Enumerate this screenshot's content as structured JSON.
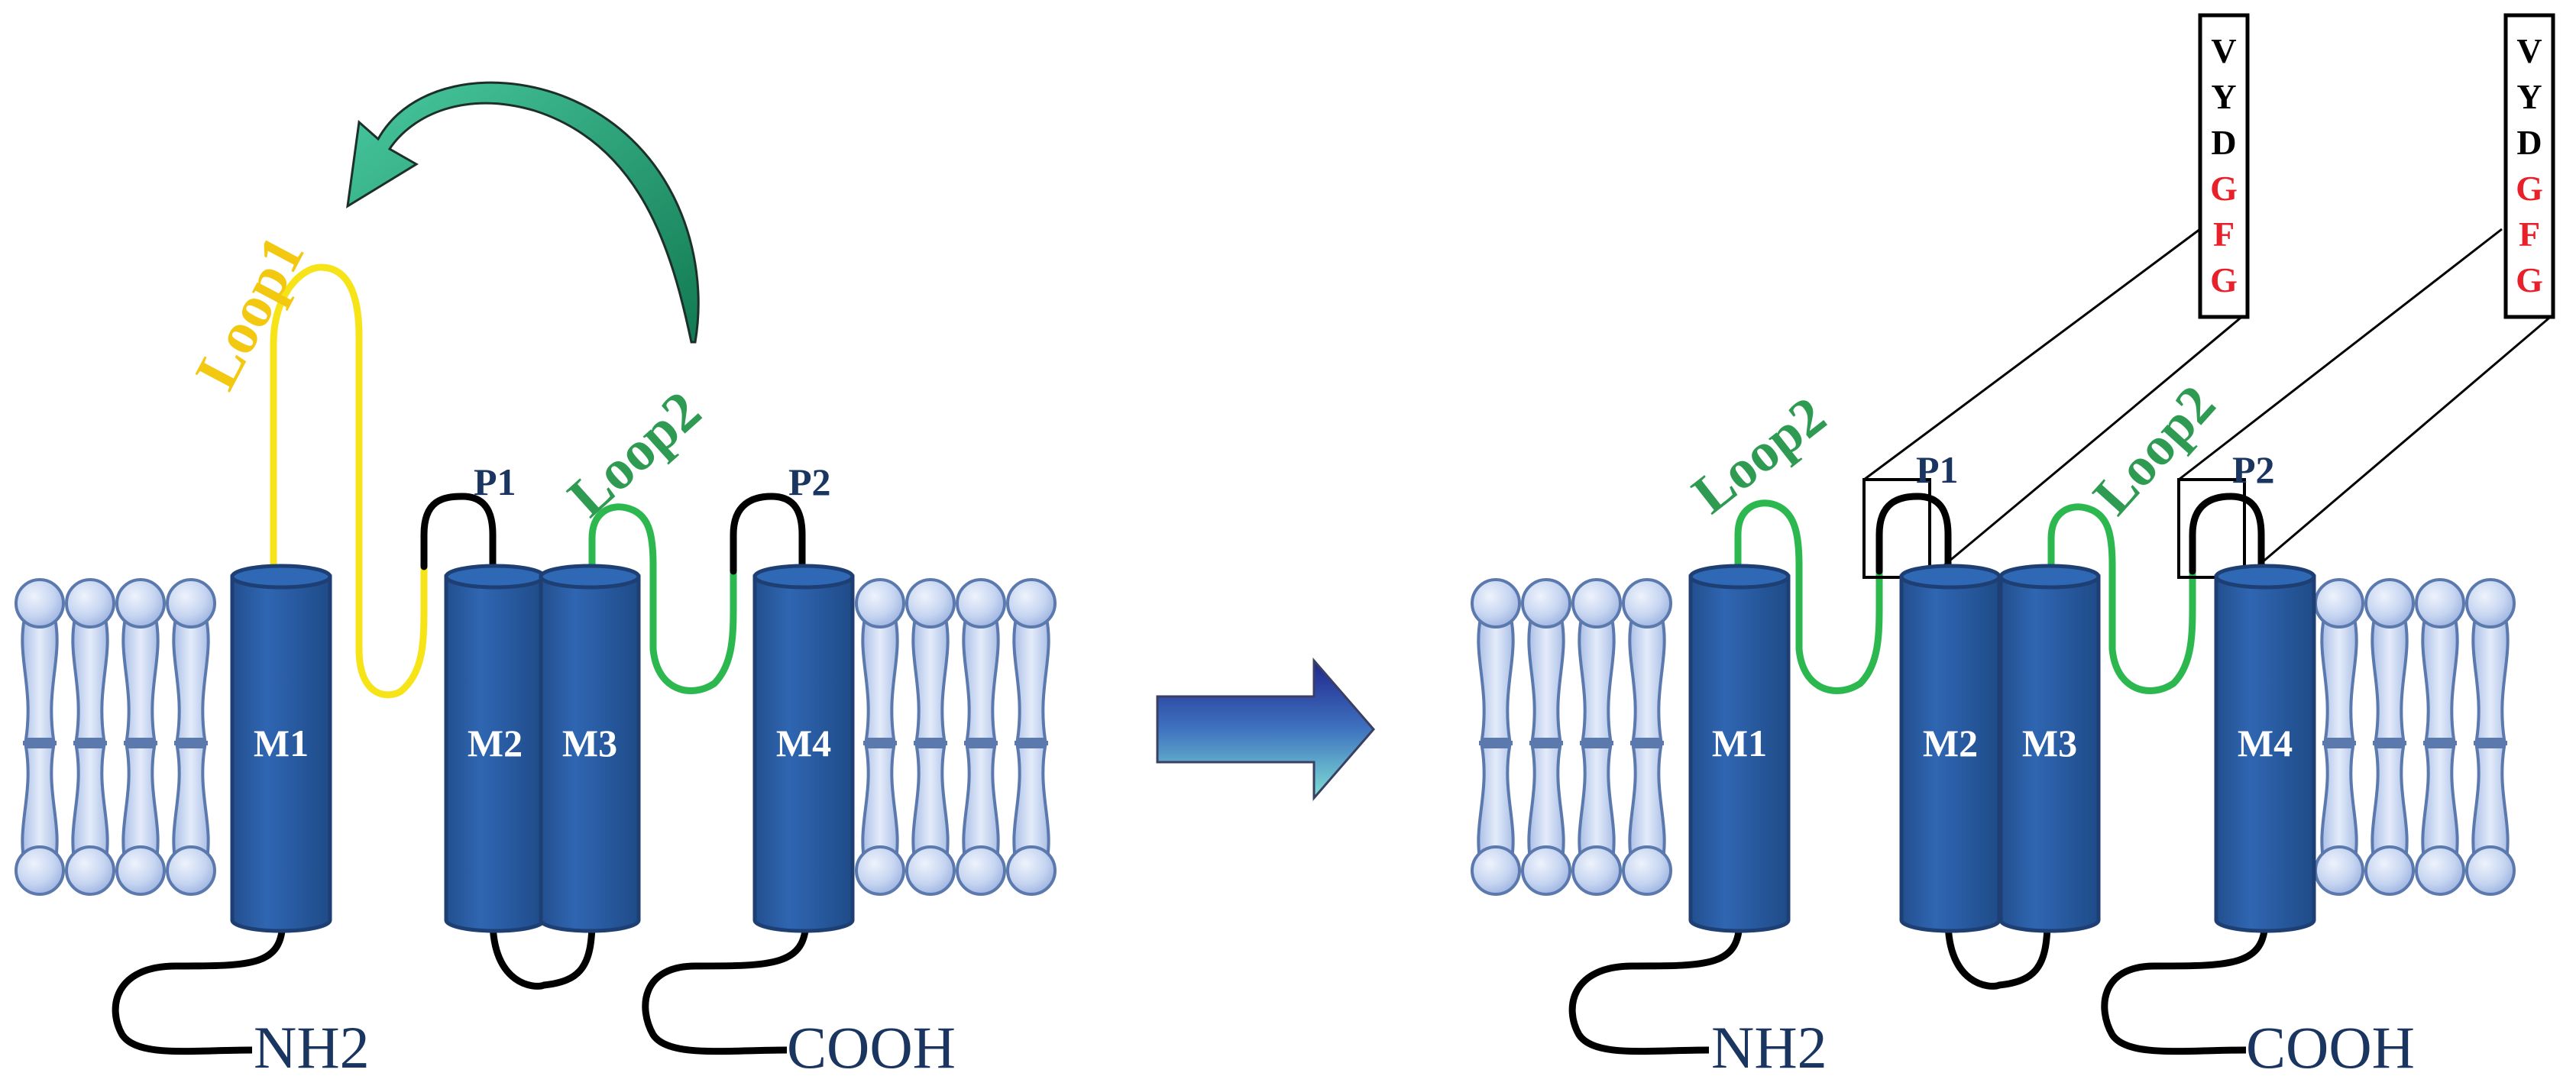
{
  "colors": {
    "helix": "#2b5ea6",
    "helix_dark": "#1d3f73",
    "helix_top": "#2a63ab",
    "membrane_fill": "#c3d3f0",
    "membrane_stroke": "#5b79ad",
    "loop1": "#f6e418",
    "loop2": "#2db84f",
    "pore_loop": "#000000",
    "text_dark_blue": "#1b3561",
    "loop1_text": "#f3c811",
    "loop2_text": "#2e9a52",
    "red_residue": "#e8202a",
    "arrow_green_light": "#3dbf94",
    "arrow_green_dark": "#178a5e",
    "big_arrow_dark": "#1f2a8c",
    "big_arrow_light": "#6ed6cf"
  },
  "left_panel": {
    "helices": [
      "M1",
      "M2",
      "M3",
      "M4"
    ],
    "pore_labels": [
      "P1",
      "P2"
    ],
    "loop1_label": "Loop1",
    "loop2_label": "Loop2",
    "n_terminus": "NH2",
    "c_terminus": "COOH"
  },
  "right_panel": {
    "helices": [
      "M1",
      "M2",
      "M3",
      "M4"
    ],
    "pore_labels": [
      "P1",
      "P2"
    ],
    "loop_labels": [
      "Loop2",
      "Loop2"
    ],
    "n_terminus": "NH2",
    "c_terminus": "COOH",
    "motif_boxes": [
      {
        "residues": [
          {
            "letter": "V",
            "highlight": false
          },
          {
            "letter": "Y",
            "highlight": false
          },
          {
            "letter": "D",
            "highlight": false
          },
          {
            "letter": "G",
            "highlight": true
          },
          {
            "letter": "F",
            "highlight": true
          },
          {
            "letter": "G",
            "highlight": true
          }
        ]
      },
      {
        "residues": [
          {
            "letter": "V",
            "highlight": false
          },
          {
            "letter": "Y",
            "highlight": false
          },
          {
            "letter": "D",
            "highlight": false
          },
          {
            "letter": "G",
            "highlight": true
          },
          {
            "letter": "F",
            "highlight": true
          },
          {
            "letter": "G",
            "highlight": true
          }
        ]
      }
    ]
  }
}
